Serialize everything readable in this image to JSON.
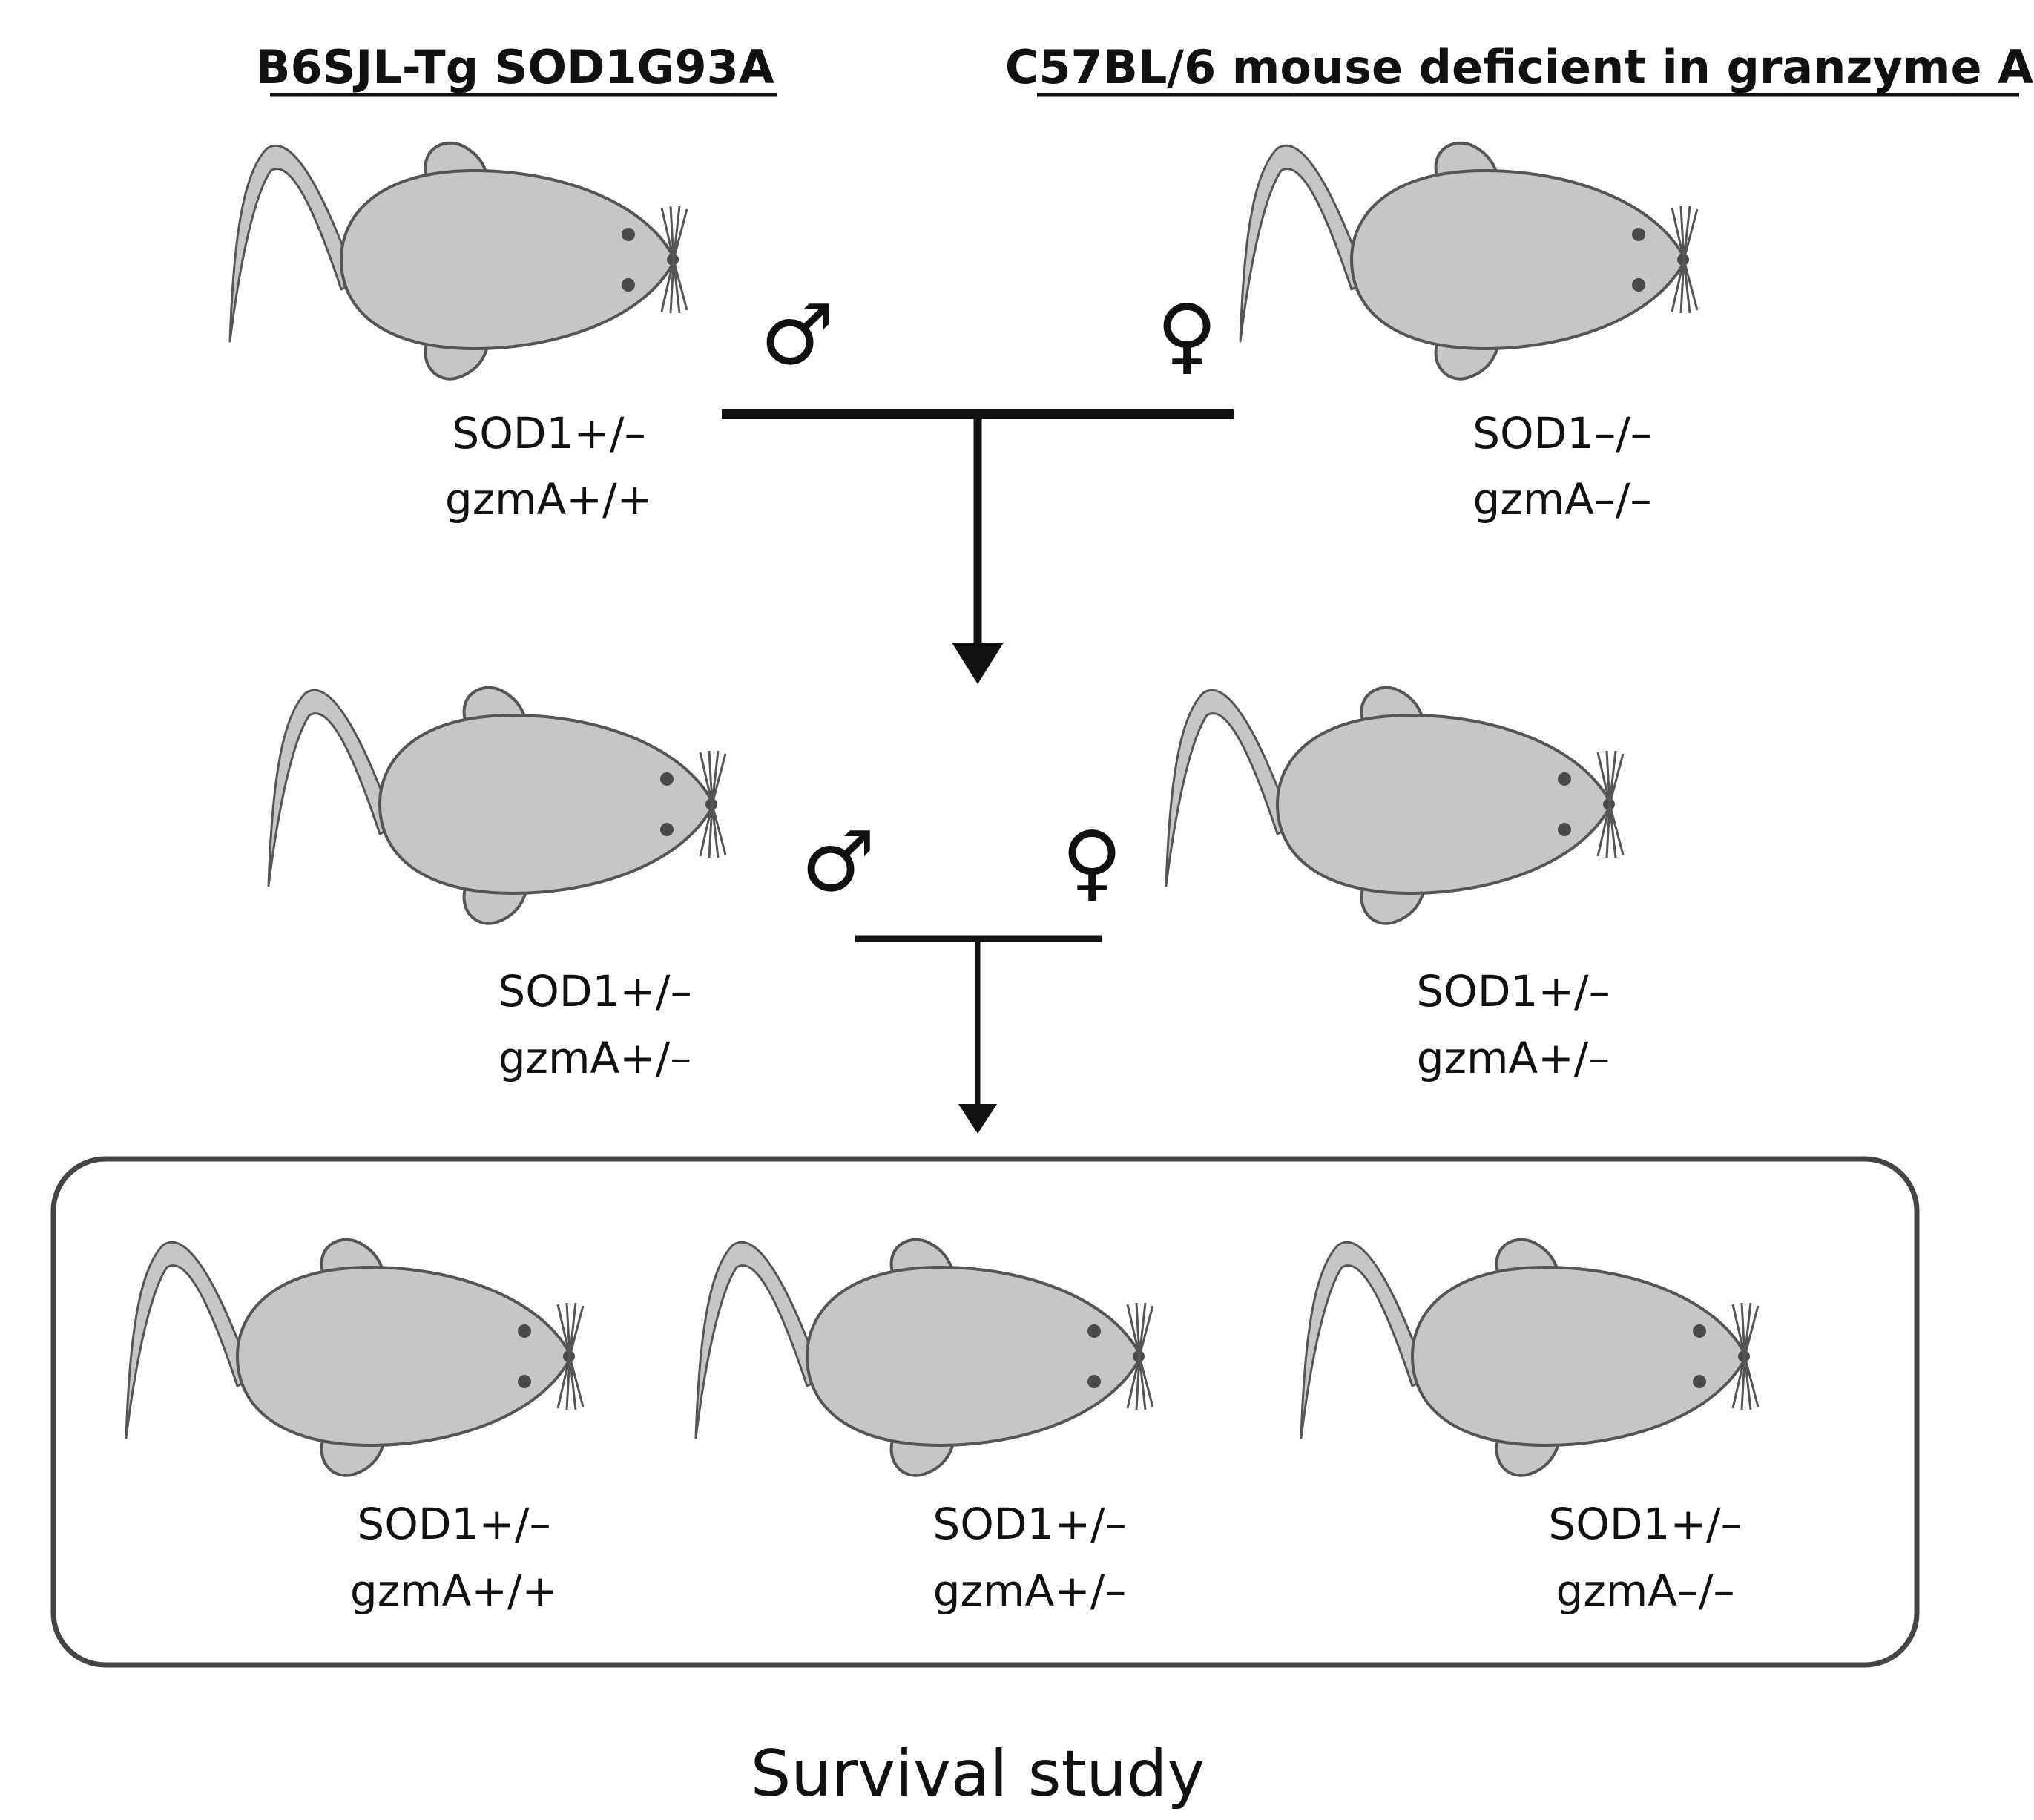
{
  "header": {
    "left_title": "B6SJL-Tg SOD1G93A",
    "right_title": "C57BL/6 mouse deficient in granzyme A"
  },
  "symbols": {
    "male": "♂",
    "female": "♀"
  },
  "parents": {
    "male": {
      "line1": "SOD1+/–",
      "line2": "gzmA+/+"
    },
    "female": {
      "line1": "SOD1–/–",
      "line2": "gzmA–/–"
    }
  },
  "f1": {
    "male": {
      "line1": "SOD1+/–",
      "line2": "gzmA+/–"
    },
    "female": {
      "line1": "SOD1+/–",
      "line2": "gzmA+/–"
    }
  },
  "offspring": [
    {
      "line1": "SOD1+/–",
      "line2": "gzmA+/+"
    },
    {
      "line1": "SOD1+/–",
      "line2": "gzmA+/–"
    },
    {
      "line1": "SOD1+/–",
      "line2": "gzmA–/–"
    }
  ],
  "caption": "Survival study"
}
